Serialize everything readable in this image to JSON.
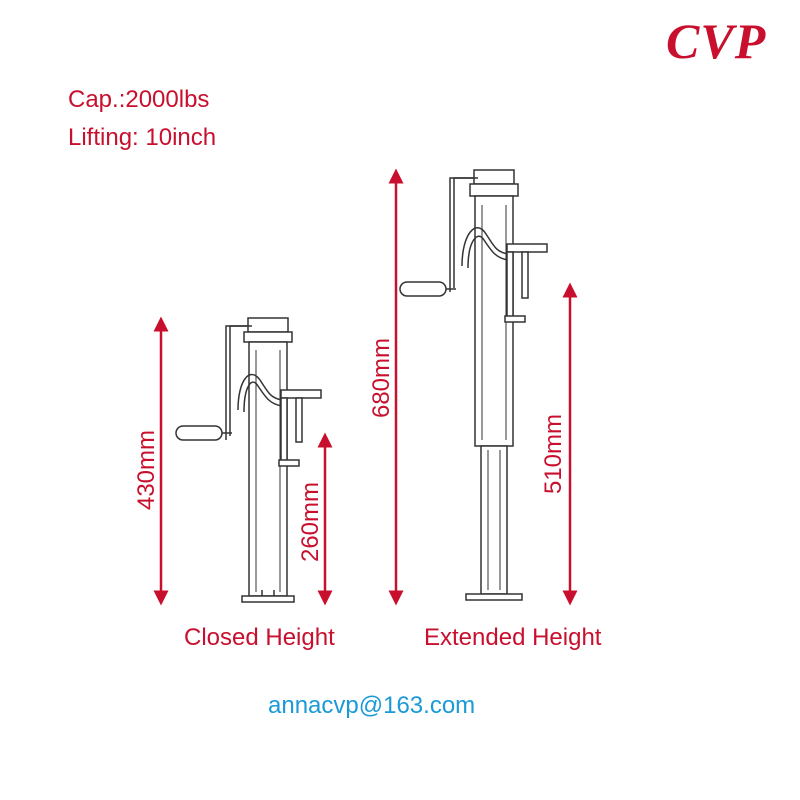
{
  "logo": "CVP",
  "specs": {
    "capacity": "Cap.:2000lbs",
    "lifting": "Lifting: 10inch"
  },
  "dimensions": {
    "closed_total": "430mm",
    "closed_lower": "260mm",
    "extended_total": "680mm",
    "extended_lower": "510mm"
  },
  "captions": {
    "closed": "Closed Height",
    "extended": "Extended Height"
  },
  "contact_email": "annacvp@163.com",
  "colors": {
    "accent_red": "#c8102e",
    "email_blue": "#1a9ad6",
    "line": "#333333"
  }
}
